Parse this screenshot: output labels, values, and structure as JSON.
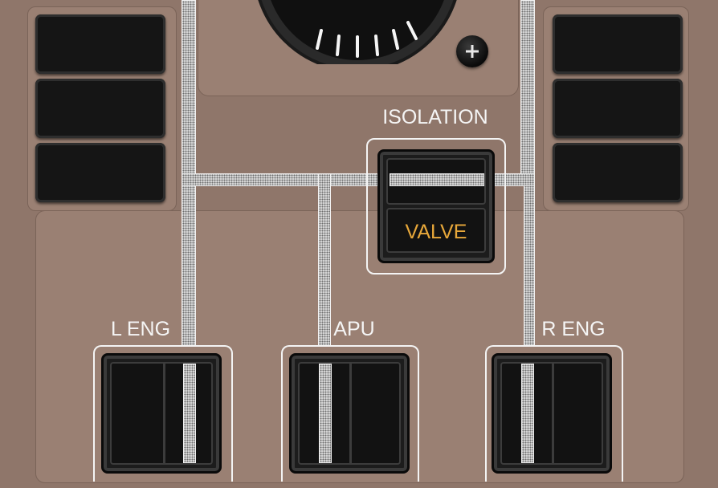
{
  "panel": {
    "labels": {
      "isolation": "ISOLATION",
      "valve": "VALVE",
      "l_eng": "L ENG",
      "apu": "APU",
      "r_eng": "R ENG"
    },
    "colors": {
      "panel": "#9a8073",
      "switch_face": "#121212",
      "valve_text": "#e8a83a",
      "label_text": "#f5f5f5"
    },
    "icons": {
      "gauge": "dial-gauge-icon",
      "screw": "screw-plus-icon"
    }
  }
}
